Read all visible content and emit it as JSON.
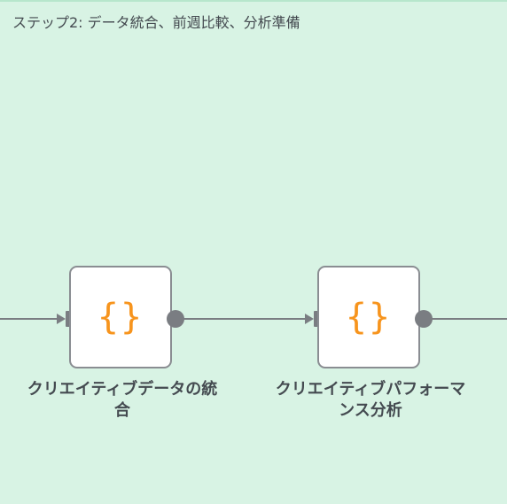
{
  "sticky_note": {
    "title": "ステップ2: データ統合、前週比較、分析準備",
    "color": "#d8f3e4"
  },
  "nodes": [
    {
      "id": "creative-data-merge",
      "icon": "code-braces-icon",
      "icon_glyph": "{}",
      "label_line1": "クリエイティブデータの統",
      "label_line2": "合"
    },
    {
      "id": "creative-performance-analysis",
      "icon": "code-braces-icon",
      "icon_glyph": "{}",
      "label_line1": "クリエイティブパフォーマ",
      "label_line2": "ンス分析"
    }
  ],
  "colors": {
    "connection": "#7a7d82",
    "node_border": "#8a8d92",
    "icon": "#f7941d",
    "text": "#444a50"
  }
}
